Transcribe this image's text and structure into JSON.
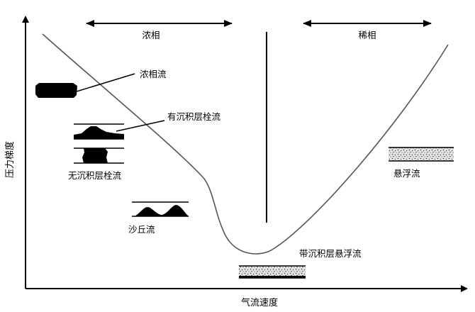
{
  "axes": {
    "y_label": "压力梯度",
    "x_label": "气流速度"
  },
  "regions": {
    "dense": "浓相",
    "dilute": "稀相"
  },
  "regimes": {
    "dense_phase_flow": "浓相流",
    "plug_with_deposit": "有沉积层栓流",
    "plug_without_deposit": "无沉积层栓流",
    "dune_flow": "沙丘流",
    "suspension_with_deposit": "带沉积层悬浮流",
    "suspension_flow": "悬浮流"
  },
  "colors": {
    "line": "#000000",
    "curve": "#555555",
    "fill": "#000000",
    "particle_bg": "#d9d9d9"
  }
}
